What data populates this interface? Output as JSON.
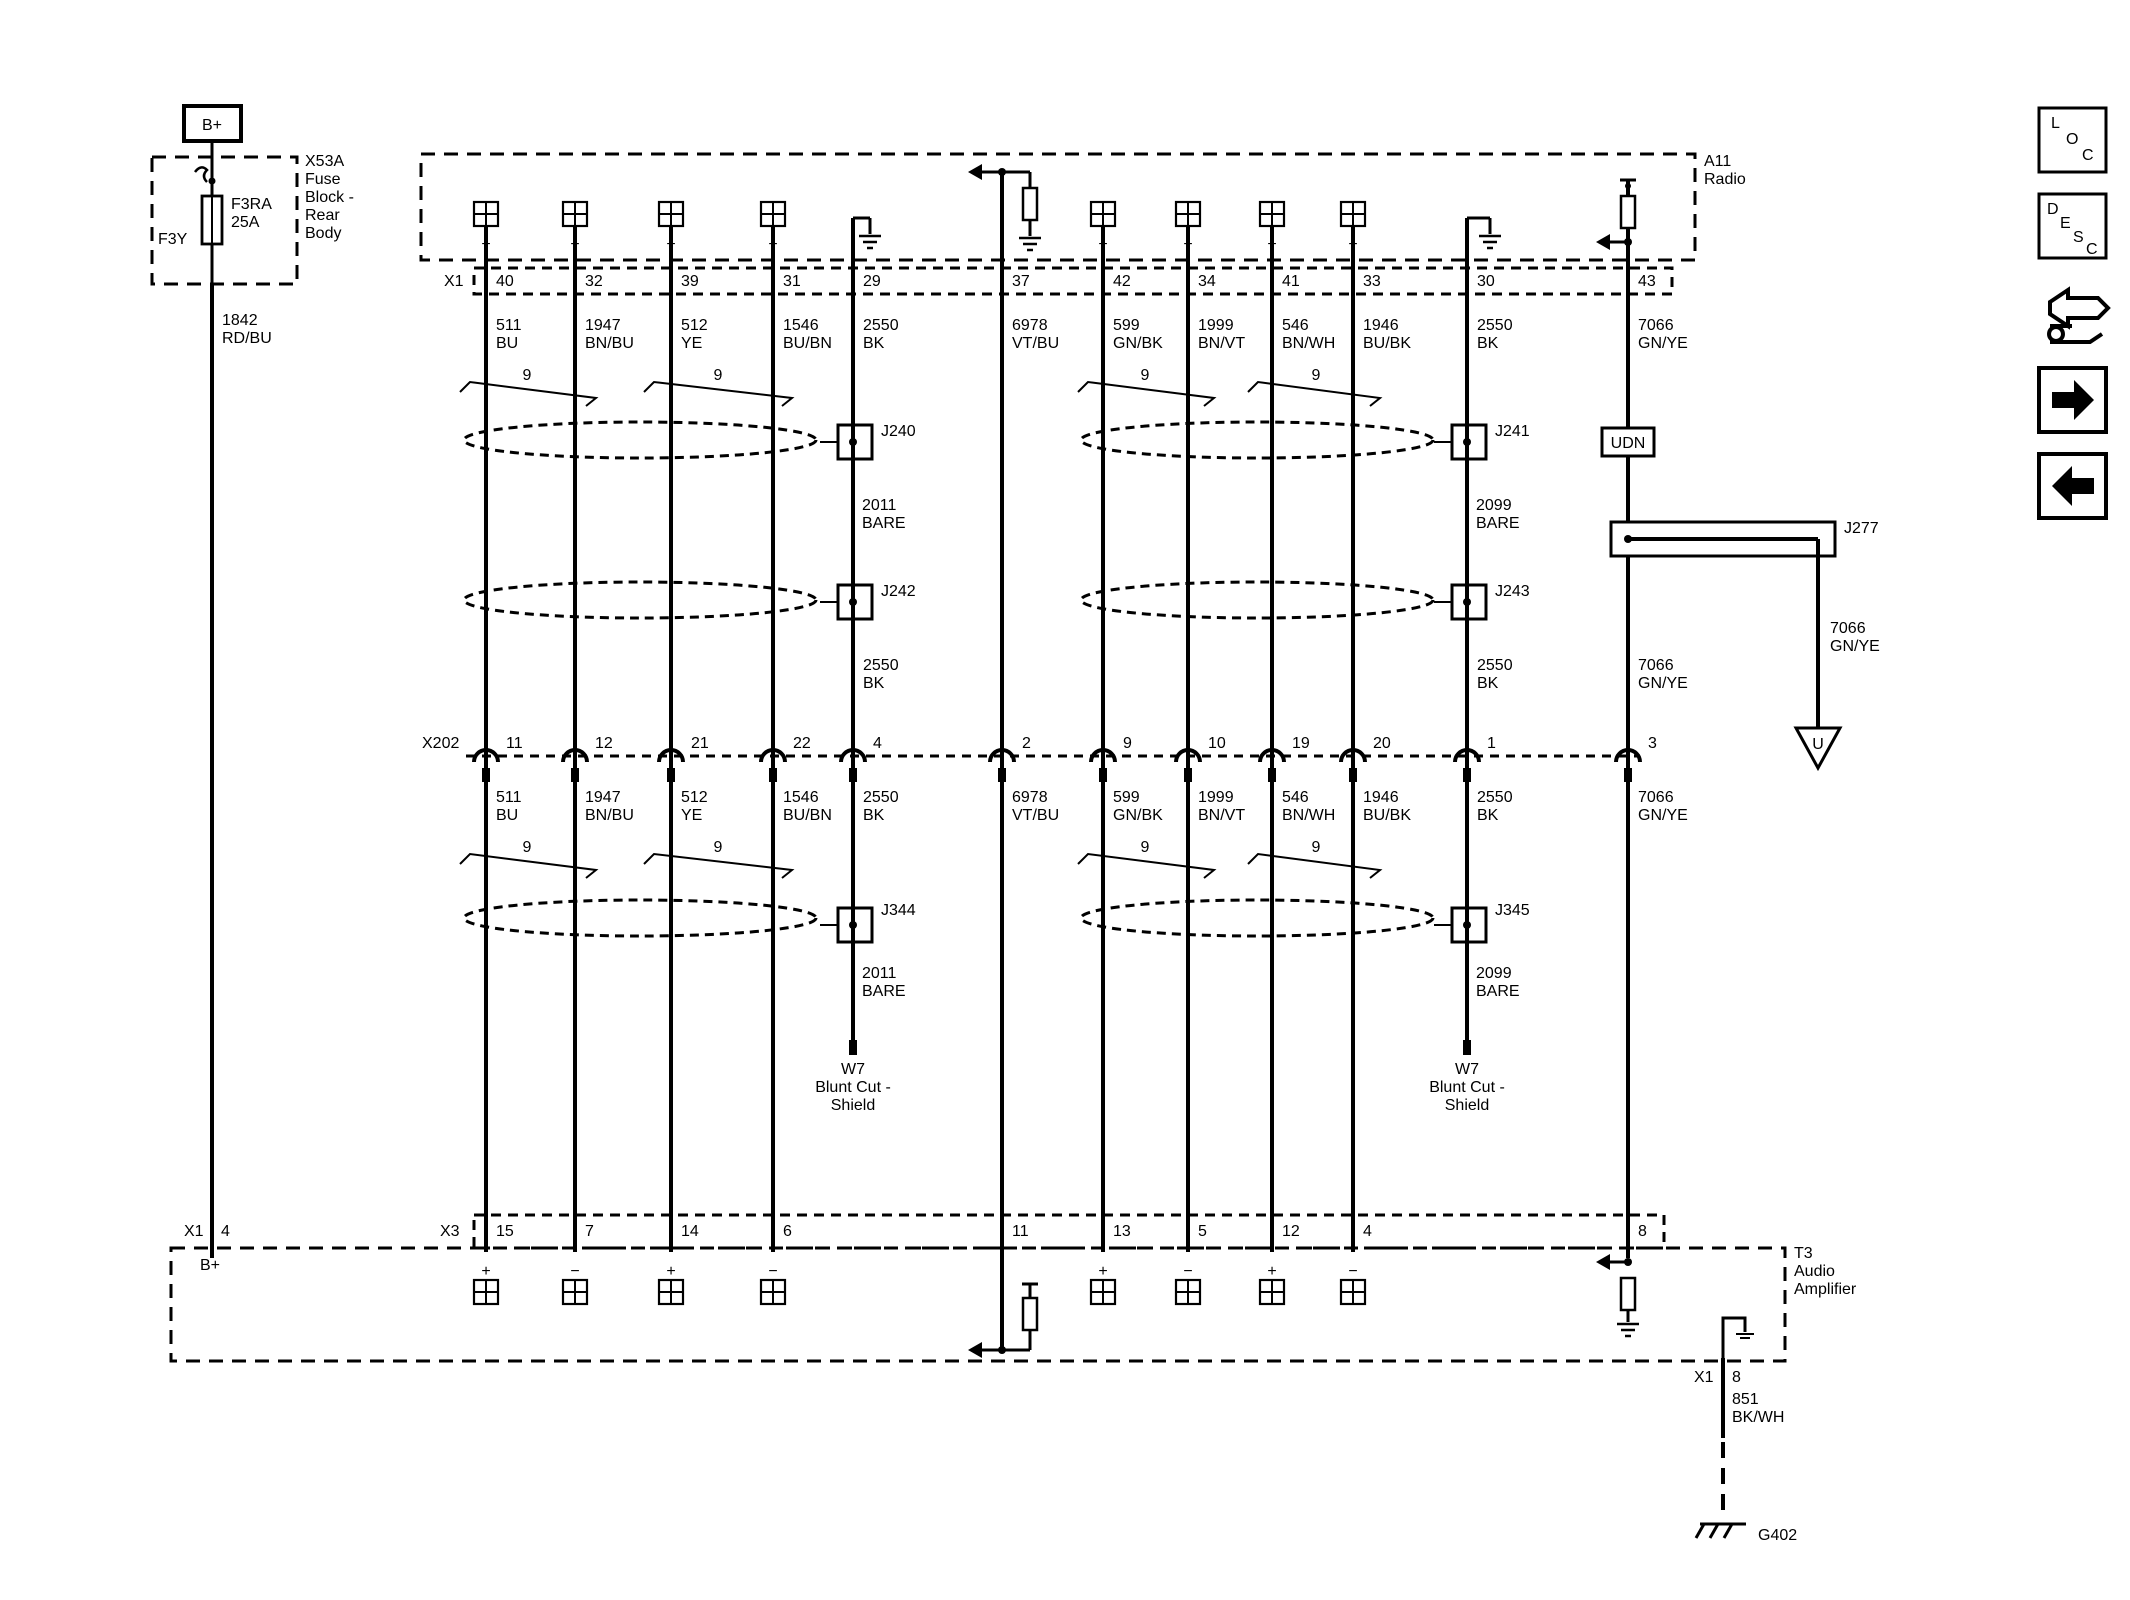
{
  "fuse_block": {
    "ref": "X53A",
    "name_lines": [
      "Fuse",
      "Block -",
      "Rear",
      "Body"
    ],
    "battery": "B+",
    "fuse_name": "F3RA",
    "fuse_rating": "25A",
    "fuse_alt": "F3Y"
  },
  "radio": {
    "ref": "A11",
    "name": "Radio",
    "connector": "X1"
  },
  "amplifier": {
    "ref": "T3",
    "name_lines": [
      "Audio",
      "Amplifier"
    ],
    "connector_left": "X1",
    "connector_main": "X3",
    "bplus_label": "B+",
    "bplus_pin": "4",
    "ground_connector": "X1",
    "ground_pin": "8",
    "ground_circuit": "851",
    "ground_color": "BK/WH",
    "ground_ref": "G402"
  },
  "power_circuit": {
    "circuit": "1842",
    "color": "RD/BU"
  },
  "inline_connector": {
    "ref": "X202"
  },
  "columns": [
    {
      "id": "c1",
      "polarity": "+",
      "radio_pin": "40",
      "circuit": "511",
      "color": "BU",
      "x202_pin": "11",
      "amp_pin": "15",
      "amp_polarity": "+"
    },
    {
      "id": "c2",
      "polarity": "−",
      "radio_pin": "32",
      "circuit": "1947",
      "color": "BN/BU",
      "x202_pin": "12",
      "amp_pin": "7",
      "amp_polarity": "−"
    },
    {
      "id": "c3",
      "polarity": "+",
      "radio_pin": "39",
      "circuit": "512",
      "color": "YE",
      "x202_pin": "21",
      "amp_pin": "14",
      "amp_polarity": "+"
    },
    {
      "id": "c4",
      "polarity": "−",
      "radio_pin": "31",
      "circuit": "1546",
      "color": "BU/BN",
      "x202_pin": "22",
      "amp_pin": "6",
      "amp_polarity": "−"
    },
    {
      "id": "c5",
      "radio_pin": "29",
      "circuit": "2550",
      "color": "BK",
      "x202_pin": "4"
    },
    {
      "id": "c6",
      "radio_pin": "37",
      "circuit": "6978",
      "color": "VT/BU",
      "x202_pin": "2",
      "amp_pin": "11"
    },
    {
      "id": "c7",
      "polarity": "+",
      "radio_pin": "42",
      "circuit": "599",
      "color": "GN/BK",
      "x202_pin": "9",
      "amp_pin": "13",
      "amp_polarity": "+"
    },
    {
      "id": "c8",
      "polarity": "−",
      "radio_pin": "34",
      "circuit": "1999",
      "color": "BN/VT",
      "x202_pin": "10",
      "amp_pin": "5",
      "amp_polarity": "−"
    },
    {
      "id": "c9",
      "polarity": "+",
      "radio_pin": "41",
      "circuit": "546",
      "color": "BN/WH",
      "x202_pin": "19",
      "amp_pin": "12",
      "amp_polarity": "+"
    },
    {
      "id": "c10",
      "polarity": "−",
      "radio_pin": "33",
      "circuit": "1946",
      "color": "BU/BK",
      "x202_pin": "20",
      "amp_pin": "4",
      "amp_polarity": "−"
    },
    {
      "id": "c11",
      "radio_pin": "30",
      "circuit": "2550",
      "color": "BK",
      "x202_pin": "1"
    },
    {
      "id": "c12",
      "radio_pin": "43",
      "circuit": "7066",
      "color": "GN/YE",
      "x202_pin": "3",
      "amp_pin": "8"
    }
  ],
  "twist_label": "9",
  "shields": {
    "left": {
      "splice_top": "J240",
      "splice_mid": "J242",
      "splice_bottom": "J344",
      "drain_circuit": "2011",
      "drain_color": "BARE"
    },
    "right": {
      "splice_top": "J241",
      "splice_mid": "J243",
      "splice_bottom": "J345",
      "drain_circuit": "2099",
      "drain_color": "BARE"
    },
    "blunt_cut_lines": [
      "W7",
      "Blunt Cut -",
      "Shield"
    ]
  },
  "network": {
    "udn": "UDN",
    "splice_pack": "J277",
    "branch_circuit": "7066",
    "branch_color": "GN/YE",
    "offpage": "U"
  },
  "nav_buttons": [
    {
      "id": "loc",
      "letters": [
        "L",
        "O",
        "C"
      ]
    },
    {
      "id": "desc",
      "letters": [
        "D",
        "E",
        "S",
        "C"
      ]
    }
  ]
}
